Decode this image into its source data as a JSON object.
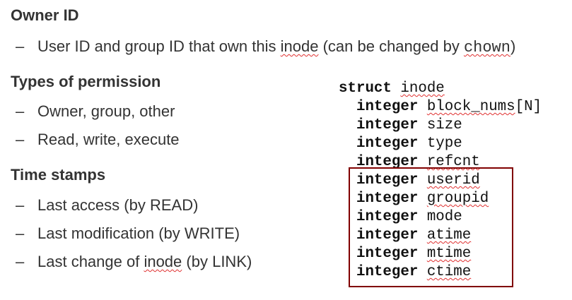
{
  "sections": [
    {
      "heading": "Owner ID",
      "bullets": [
        {
          "pre": "User ID and group ID that own this ",
          "sq": "inode",
          "post": " (can be changed by ",
          "code": "chown",
          "end": ")"
        }
      ]
    },
    {
      "heading": "Types of permission",
      "bullets": [
        "Owner, group, other",
        "Read, write, execute"
      ]
    },
    {
      "heading": "Time stamps",
      "bullets": [
        "Last access (by READ)",
        "Last modification (by WRITE)",
        {
          "pre": "Last change of ",
          "sq": "inode",
          "post": " (by LINK)"
        }
      ]
    }
  ],
  "dash": "–",
  "struct": {
    "keyword": "struct",
    "name": "inode",
    "fields": [
      {
        "type": "integer",
        "name": "block_nums",
        "suffix": "[N]"
      },
      {
        "type": "integer",
        "name": "size"
      },
      {
        "type": "integer",
        "name": "type"
      },
      {
        "type": "integer",
        "name": "refcnt"
      },
      {
        "type": "integer",
        "name": "userid"
      },
      {
        "type": "integer",
        "name": "groupid"
      },
      {
        "type": "integer",
        "name": "mode"
      },
      {
        "type": "integer",
        "name": "atime"
      },
      {
        "type": "integer",
        "name": "mtime"
      },
      {
        "type": "integer",
        "name": "ctime"
      }
    ]
  },
  "highlight_color": "#800000"
}
